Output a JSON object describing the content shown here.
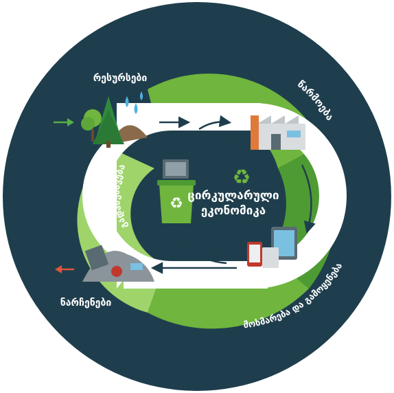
{
  "diagram": {
    "title_line1": "ცირკულარული",
    "title_line2": "ეკონომიკა",
    "stages": {
      "resources": "რესურსები",
      "production": "წარმოება",
      "use": "მოხმარება და გამოყენება",
      "recycling": "გადამუშავება",
      "waste": "ნარჩენები"
    },
    "icons": {
      "center": "recycle-symbol-icon",
      "resources": "trees-rock-water-icon",
      "production": "factory-icon",
      "use": "devices-icon",
      "recycling": "recycle-bin-icon",
      "waste": "waste-pile-icon",
      "input": "arrow-right-icon",
      "output": "arrow-left-icon"
    },
    "colors": {
      "outer_circle": "#1f3e4d",
      "band_light": "#6fb53e",
      "band_dark": "#4e9b33",
      "band_pale": "#9fd46a",
      "white_track": "#ffffff",
      "inner_circle": "#1f3e4d",
      "input_arrow": "#55b046",
      "output_arrow": "#e0553a"
    }
  }
}
